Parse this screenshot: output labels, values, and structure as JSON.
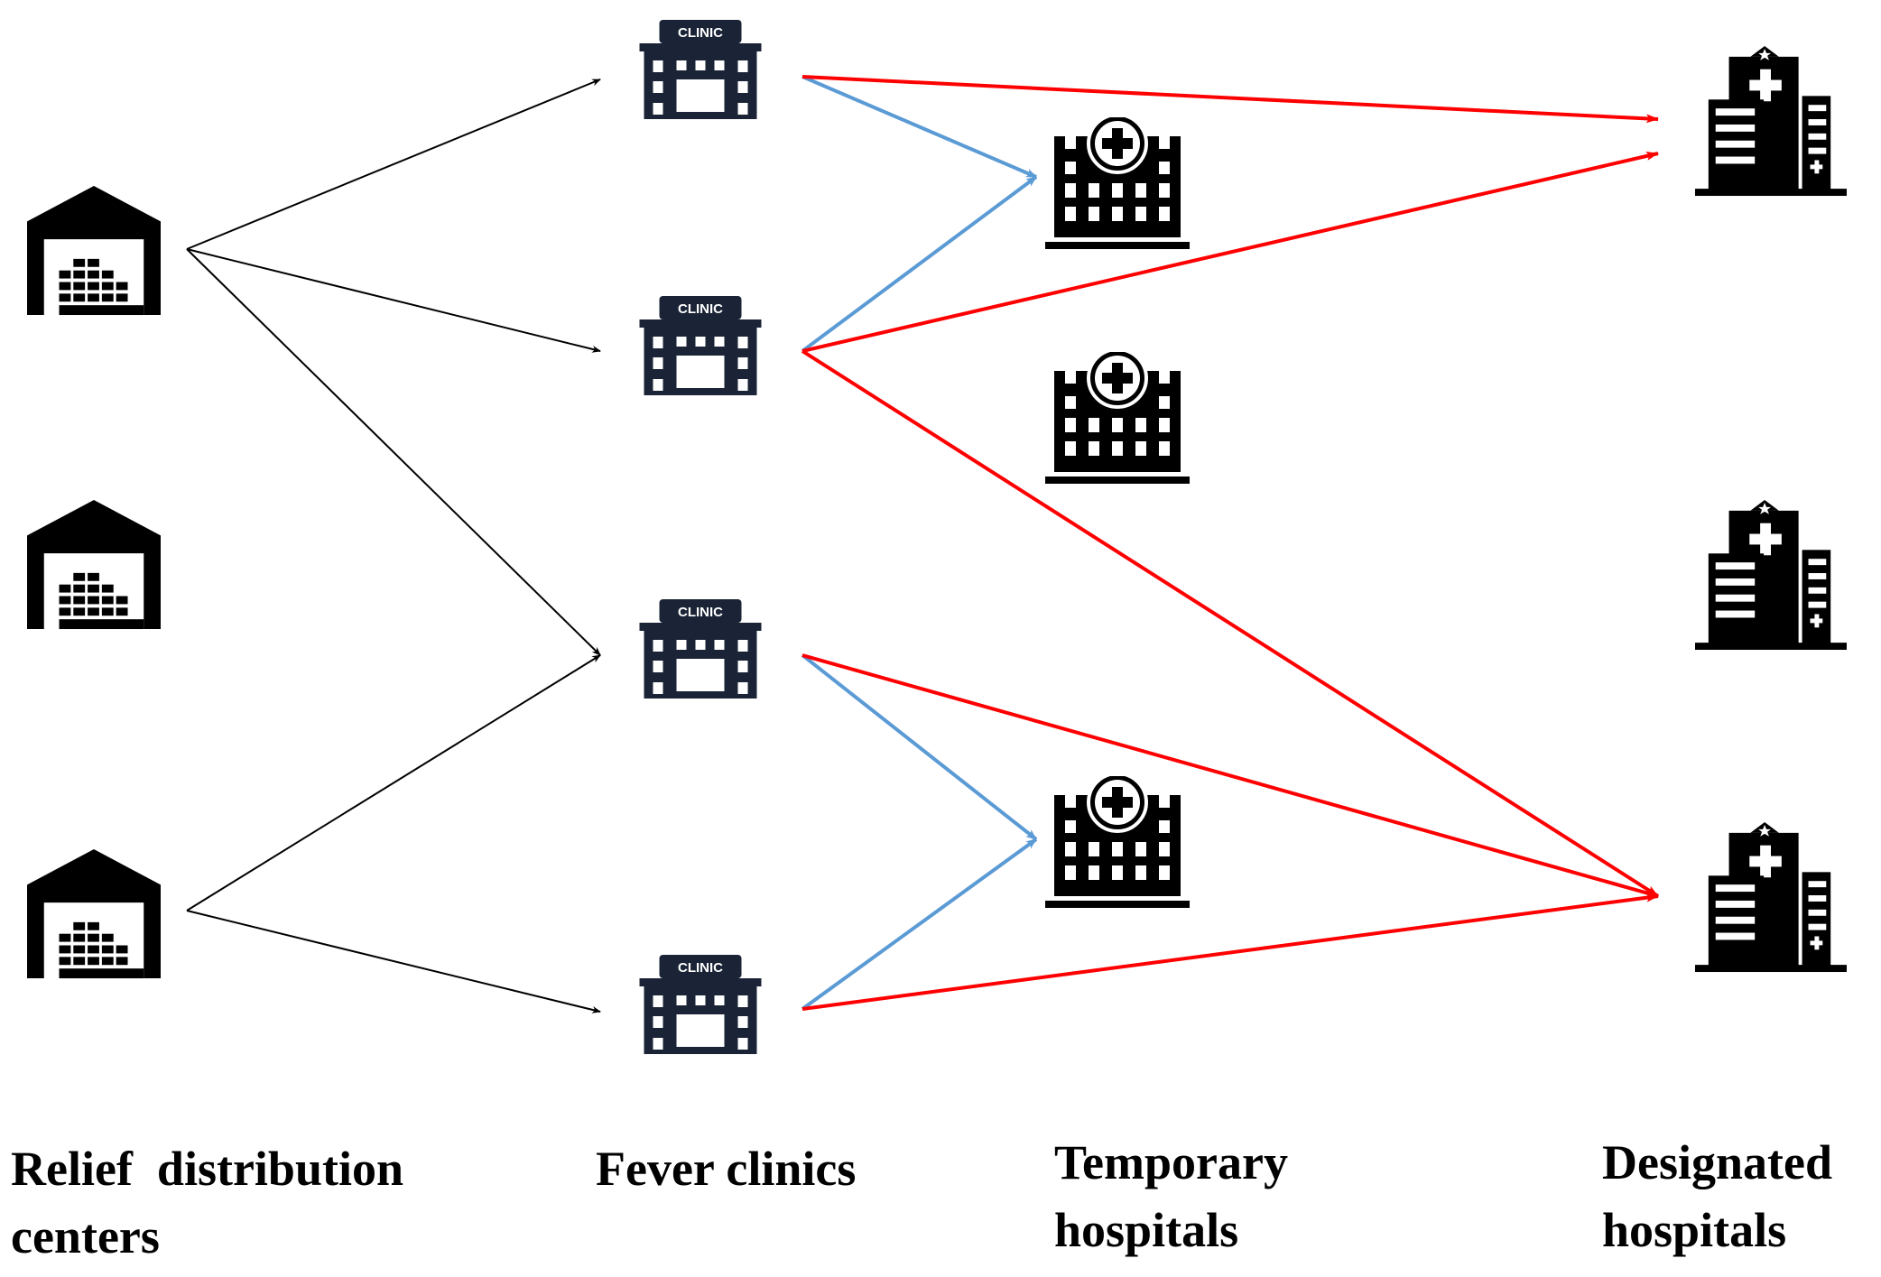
{
  "columns": {
    "relief_centers": {
      "line1": "Relief  distribution",
      "line2": "centers"
    },
    "fever_clinics": {
      "line1": "Fever clinics"
    },
    "temporary_hospitals": {
      "line1": "Temporary",
      "line2": "hospitals"
    },
    "designated_hospitals": {
      "line1": "Designated",
      "line2": "hospitals"
    }
  },
  "clinic_sign": "CLINIC",
  "icons": {
    "warehouse": "warehouse-icon",
    "clinic": "clinic-icon",
    "temporary_hospital": "temporary-hospital-icon",
    "designated_hospital": "designated-hospital-icon"
  },
  "colors": {
    "supply_link": "#000000",
    "clinic_to_temporary": "#5b9bd5",
    "to_designated": "#ff0000",
    "clinic_icon": "#1b2436",
    "building_icon": "#000000"
  },
  "links": [
    {
      "from": "relief-center-1",
      "to": "fever-clinic-1",
      "type": "supply_link"
    },
    {
      "from": "relief-center-1",
      "to": "fever-clinic-2",
      "type": "supply_link"
    },
    {
      "from": "relief-center-1",
      "to": "fever-clinic-3",
      "type": "supply_link"
    },
    {
      "from": "relief-center-3",
      "to": "fever-clinic-3",
      "type": "supply_link"
    },
    {
      "from": "relief-center-3",
      "to": "fever-clinic-4",
      "type": "supply_link"
    },
    {
      "from": "fever-clinic-1",
      "to": "temporary-hospital-1",
      "type": "clinic_to_temporary"
    },
    {
      "from": "fever-clinic-2",
      "to": "temporary-hospital-1",
      "type": "clinic_to_temporary"
    },
    {
      "from": "fever-clinic-3",
      "to": "temporary-hospital-3",
      "type": "clinic_to_temporary"
    },
    {
      "from": "fever-clinic-4",
      "to": "temporary-hospital-3",
      "type": "clinic_to_temporary"
    },
    {
      "from": "fever-clinic-1",
      "to": "designated-hospital-1",
      "type": "to_designated"
    },
    {
      "from": "fever-clinic-2",
      "to": "designated-hospital-1",
      "type": "to_designated"
    },
    {
      "from": "fever-clinic-2",
      "to": "designated-hospital-3",
      "type": "to_designated"
    },
    {
      "from": "fever-clinic-3",
      "to": "designated-hospital-3",
      "type": "to_designated"
    },
    {
      "from": "fever-clinic-4",
      "to": "designated-hospital-3",
      "type": "to_designated"
    }
  ]
}
